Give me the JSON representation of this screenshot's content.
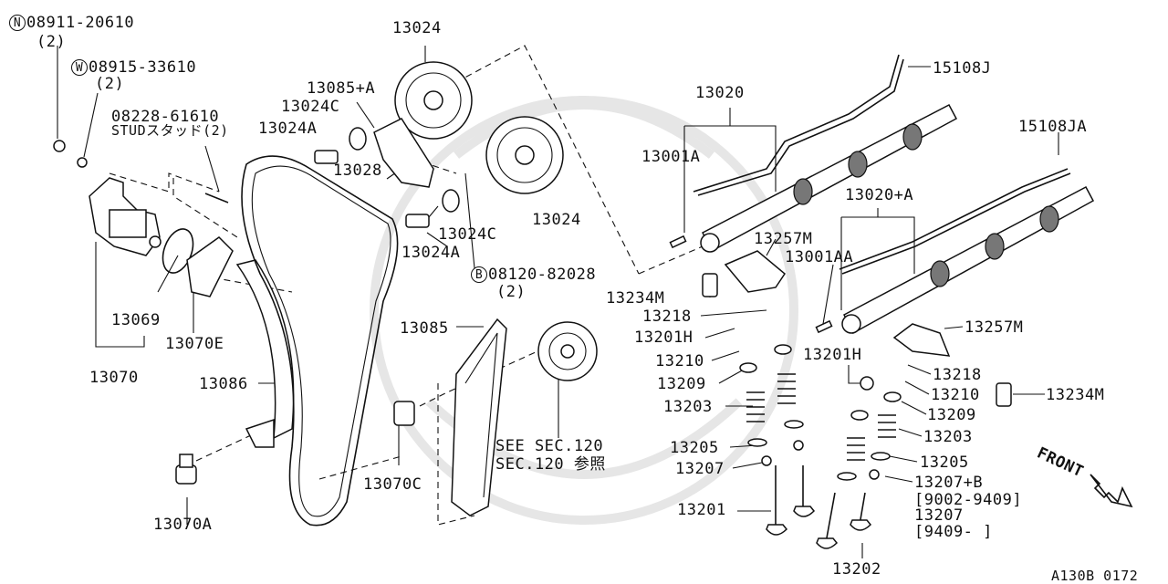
{
  "labels": {
    "n_bolt": "08911-20610",
    "n_bolt_qty": "(2)",
    "n_symbol": "N",
    "w_washer": "08915-33610",
    "w_washer_qty": "(2)",
    "w_symbol": "W",
    "stud_no": "08228-61610",
    "stud_text": "STUDスタッド(2)",
    "p13024_top": "13024",
    "p13085a": "13085+A",
    "p13024c_top": "13024C",
    "p13024a_top": "13024A",
    "p13028": "13028",
    "p13024c_mid": "13024C",
    "p13024_mid": "13024",
    "p13024a_mid": "13024A",
    "b_bolt": "08120-82028",
    "b_bolt_qty": "(2)",
    "b_symbol": "B",
    "p13069": "13069",
    "p13070e": "13070E",
    "p13070": "13070",
    "p13086": "13086",
    "p13085": "13085",
    "p13070c": "13070C",
    "p13070a": "13070A",
    "see_sec": "SEE SEC.120",
    "sec_ref": "SEC.120 参照",
    "p15108j": "15108J",
    "p13020": "13020",
    "p13001a": "13001A",
    "p15108ja": "15108JA",
    "p13020a": "13020+A",
    "p13257m_l": "13257M",
    "p13001aa": "13001AA",
    "p13234m_l": "13234M",
    "p13218_l": "13218",
    "p13201h_l": "13201H",
    "p13210_l": "13210",
    "p13209_l": "13209",
    "p13203_l": "13203",
    "p13205_l": "13205",
    "p13207_l": "13207",
    "p13201": "13201",
    "p13257m_r": "13257M",
    "p13201h_r": "13201H",
    "p13218_r": "13218",
    "p13210_r": "13210",
    "p13234m_r": "13234M",
    "p13209_r": "13209",
    "p13203_r": "13203",
    "p13205_r": "13205",
    "p13207b": "13207+B",
    "date1": "[9002-9409]",
    "p13207_r": "13207",
    "date2": "[9409-     ]",
    "p13202": "13202",
    "front": "FRONT",
    "diagram_code": "A130B 0172"
  }
}
